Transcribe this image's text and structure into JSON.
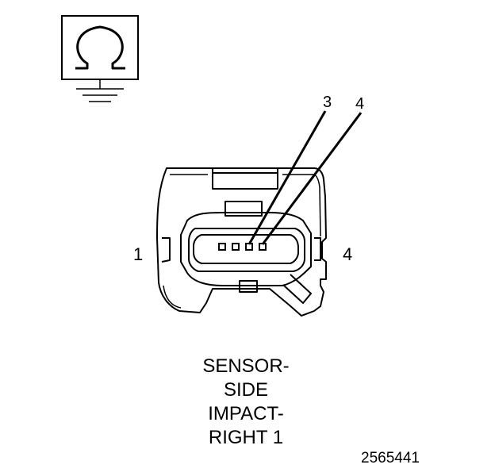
{
  "symbol": {
    "icon": "ohm-ground-symbol",
    "glyph": "Ω"
  },
  "connector": {
    "terminal_callouts": [
      "3",
      "4"
    ],
    "side_labels": {
      "left": "1",
      "right": "4"
    },
    "pin_cavities": 4
  },
  "caption": {
    "line1": "SENSOR-",
    "line2": "SIDE",
    "line3": "IMPACT-",
    "line4": "RIGHT 1"
  },
  "figure_id": "2565441"
}
